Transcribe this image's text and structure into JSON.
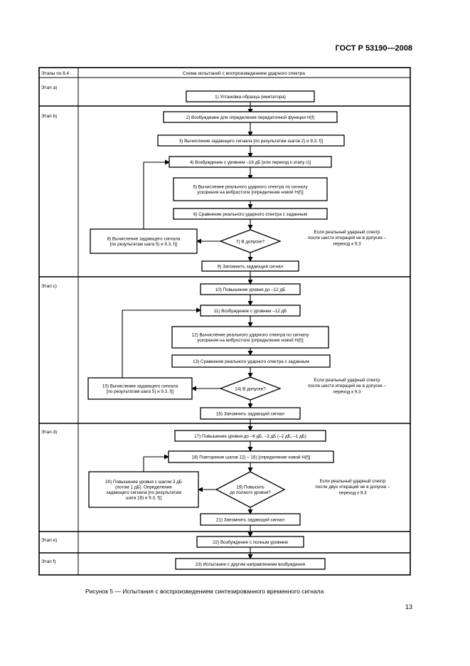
{
  "header": {
    "standard_code": "ГОСТ Р 53190—2008"
  },
  "table": {
    "col_stage_header": "Этапы по 8.4",
    "col_scheme_header": "Схема испытаний с воспроизведением ударного спектра"
  },
  "stages": {
    "a": "Этап a)",
    "b": "Этап b)",
    "c": "Этап c)",
    "d": "Этап d)",
    "e": "Этап e)",
    "f": "Этап f)"
  },
  "boxes": {
    "b1": [
      "1) Установка образца (имитатора)"
    ],
    "b2": [
      "2) Возбуждение для определения передаточной функции H(f)"
    ],
    "b3": [
      "3) Вычисление задающего сигнала [по результатам шагов 2) и 9.3, f)]"
    ],
    "b4": [
      "4) Возбуждение с уровнем –18 дБ [или переход к этапу c)]"
    ],
    "b5": [
      "5) Вычисление реального ударного спектра по сигналу",
      "ускорения на вибростоле [определение новой H(f)]"
    ],
    "b6": [
      "6) Сравнение реального ударного спектра с заданным"
    ],
    "b7": [
      "7) В допуске?"
    ],
    "b8": [
      "8) Вычисление задающего сигнала",
      "[по результатам шага 5) и 9.3, f)]"
    ],
    "b9": [
      "9) Запомнить задающий сигнал"
    ],
    "b10": [
      "10) Повышение уровня до –12 дБ"
    ],
    "b11": [
      "11) Возбуждение с уровнем –12 дБ"
    ],
    "b12": [
      "12) Вычисление реального ударного спектра по сигналу",
      "ускорения на вибростоле [определение новой H(f)]"
    ],
    "b13": [
      "13) Сравнение реального ударного спектра с заданным"
    ],
    "b14": [
      "14) В допуске?"
    ],
    "b15": [
      "15) Вычисление задающего сигнала",
      "[по результатам шага 5) и 9.3, f)]"
    ],
    "b16": [
      "16) Запомнить задающий сигнал"
    ],
    "b17": [
      "17) Повышение уровня до –6 дБ, –3 дБ (–2 дБ, –1 дБ)"
    ],
    "b18": [
      "18) Повторение шагов 12) – 16) [определение новой H(f)]"
    ],
    "b19": [
      "19) Повысить",
      "до полного уровня?"
    ],
    "b20": [
      "20) Повышение уровня с шагом 3 дБ",
      "(потом 1 дБ). Определение",
      "задающего сигнала [по результатам",
      "шага 18) и 9.3, f)]"
    ],
    "b21": [
      "21) Запомнить задающий сигнал"
    ],
    "b22": [
      "22) Возбуждение с полным уровнем"
    ],
    "b23": [
      "23) Испытание с другим направлением возбуждения"
    ]
  },
  "notes": {
    "n7": [
      "Если реальный ударный спектр",
      "после шести итераций не в допуске –",
      "переход к 9.3"
    ],
    "n14": [
      "Если реальный ударный спектр",
      "после шести итераций не в допуске –",
      "переход к 9.3"
    ],
    "n19": [
      "Если реальный ударный спектр",
      "после двух итераций не в допуске –",
      "переход к 9.3"
    ]
  },
  "caption": "Рисунок 5 — Испытания с воспроизведением синтезированного временного сигнала",
  "page_number": "13"
}
